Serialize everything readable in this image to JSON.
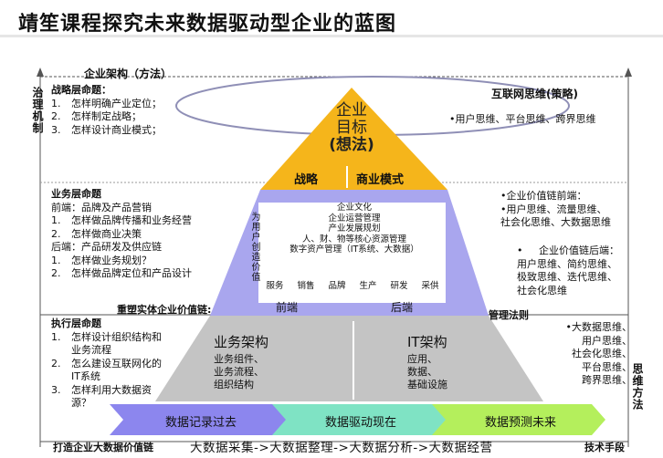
{
  "title": "靖笙课程探究未来数据驱动型企业的蓝图",
  "left_axis": {
    "label": "治理机制"
  },
  "right_axis": {
    "label": "思维方法"
  },
  "top_left": {
    "heading": "企业架构（方法）",
    "layer_title": "战略层命题：",
    "items": [
      {
        "n": "1.",
        "text": "怎样明确产业定位；"
      },
      {
        "n": "2.",
        "text": "怎样制定战略；"
      },
      {
        "n": "3.",
        "text": "怎样设计商业模式；"
      }
    ]
  },
  "business_layer": {
    "title": "业务层命题",
    "front": "前端：品牌及产品营销",
    "front_items": [
      {
        "n": "1.",
        "text": "怎样做品牌传播和业务经营"
      },
      {
        "n": "2.",
        "text": "怎样做商业决策"
      }
    ],
    "back": "后端：产品研发及供应链",
    "back_items": [
      {
        "n": "1.",
        "text": "怎样做业务规划？"
      },
      {
        "n": "2.",
        "text": "怎样做品牌定位和产品设计"
      }
    ]
  },
  "reshape_label": "重塑实体企业价值链:",
  "exec_layer": {
    "title": "执行层命题",
    "items": [
      {
        "n": "1.",
        "text": "怎样设计组织结构和业务流程"
      },
      {
        "n": "2.",
        "text": "怎么建设互联网化的IT系统"
      },
      {
        "n": "3.",
        "text": "怎样利用大数据资源？"
      }
    ]
  },
  "bottom_left_label": "打造企业大数据价值链",
  "bottom_sequence": "大数据采集->大数据整理->大数据分析->大数据经营",
  "tech_label": "技术手段",
  "mgmt_label": "管理法则",
  "internet_thinking": {
    "title": "互联网思维(策略)",
    "items": [
      "•用户思维、平台思维、跨界思维"
    ]
  },
  "value_chain_front": {
    "lines": [
      "•企业价值链前端：",
      "•用户思维、流量思维、",
      "社会化思维、大数据思维"
    ]
  },
  "value_chain_back": {
    "lines": [
      "•     企业价值链后端：",
      "用户思维、简约思维、",
      "极致思维、迭代思维、",
      "社会化思维"
    ]
  },
  "bigdata_thinking": {
    "lines": [
      "•大数据思维、",
      "用户思维、",
      "社会化思维、",
      "平台思维、",
      "跨界思维、"
    ]
  },
  "pyramid": {
    "top_line1": "企业",
    "top_line2": "目标",
    "top_line3": "(想法)",
    "strategy": "战略",
    "business_model": "商业模式",
    "user_value": "为用户创造价值",
    "culture": "企业文化",
    "ops_mgmt": "企业运营管理",
    "industry_plan": "产业发展规划",
    "hr": "人、财、物等核心资源管理",
    "digital_assets": "数字资产管理（IT系统、大数据）",
    "functions": [
      "服务",
      "销售",
      "品牌",
      "生产",
      "研发",
      "采供"
    ],
    "front_end": "前端",
    "back_end": "后端",
    "biz_arch_title": "业务架构",
    "biz_arch_items": [
      "业务组件、",
      "业务流程、",
      "组织结构"
    ],
    "it_arch_title": "IT架构",
    "it_arch_items": [
      "应用、",
      "数据、",
      "基础设施"
    ]
  },
  "arrows": {
    "past": "数据记录过去",
    "now": "数据驱动现在",
    "future": "数据预测未来"
  },
  "colors": {
    "gold": "#f5b51b",
    "lavender": "#a9a6ee",
    "gray": "#c4c4c4",
    "blue_arrow": "#8c86ee",
    "teal_arrow": "#7fe3c4",
    "green_arrow": "#b4ef5c"
  }
}
